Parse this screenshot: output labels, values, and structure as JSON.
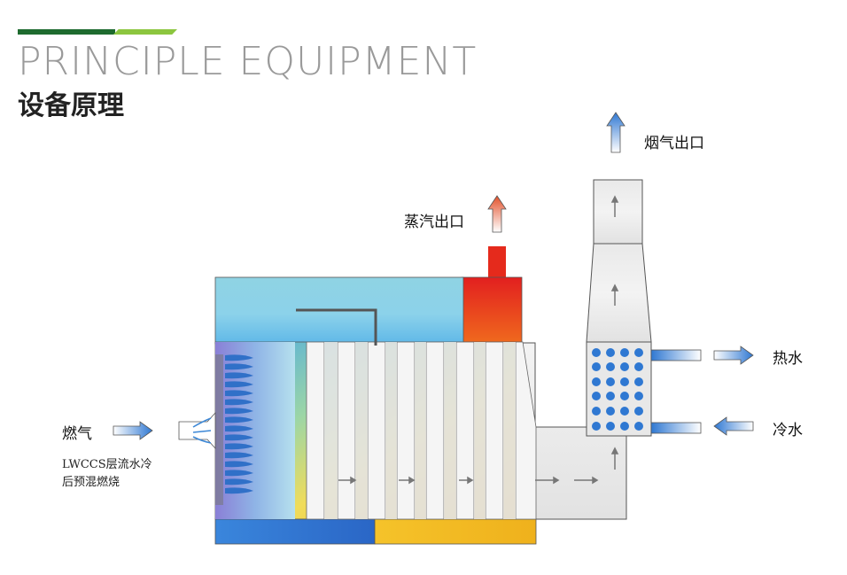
{
  "header": {
    "title_en": "PRINCIPLE EQUIPMENT",
    "title_cn": "设备原理",
    "accent_dark": "#1e6b2f",
    "accent_light": "#8cc63f"
  },
  "labels": {
    "flue_gas_outlet": "烟气出口",
    "steam_outlet": "蒸汽出口",
    "hot_water": "热水",
    "cold_water": "冷水",
    "gas": "燃气",
    "burner_line1": "LWCCS层流水冷",
    "burner_line2": "后预混燃烧"
  },
  "colors": {
    "water_cold": "#2f6fd0",
    "water_warm": "#f2b21f",
    "steam_hot": "#e8261f",
    "tank_top": "#7fd0e6"
  }
}
